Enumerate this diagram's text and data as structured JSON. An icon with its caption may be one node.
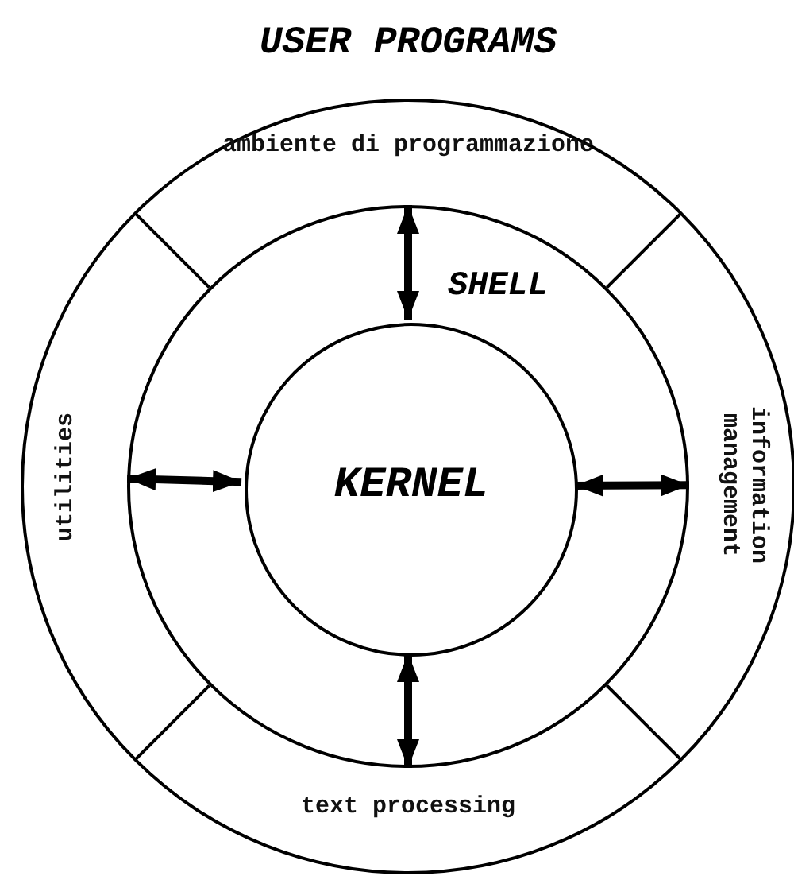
{
  "diagram": {
    "nodes": [
      {
        "text": [
          "USER PROGRAMS"
        ]
      },
      {
        "text": [
          "ambiente di programmazione"
        ],
        "in": 0
      },
      {
        "text": [
          "information management"
        ],
        "in": 0
      },
      {
        "text": [
          "text processing"
        ],
        "in": 0
      },
      {
        "text": [
          "utilities"
        ],
        "in": 0
      },
      {
        "text": [
          "SHELL"
        ],
        "in": 0
      },
      {
        "text": [
          "KERNEL"
        ],
        "in": 5
      }
    ],
    "edges": [
      {
        "from": 6,
        "to": 1,
        "arrow": "both"
      },
      {
        "from": 6,
        "to": 2,
        "arrow": "both"
      },
      {
        "from": 6,
        "to": 3,
        "arrow": "both"
      },
      {
        "from": 6,
        "to": 4,
        "arrow": "both"
      }
    ]
  }
}
